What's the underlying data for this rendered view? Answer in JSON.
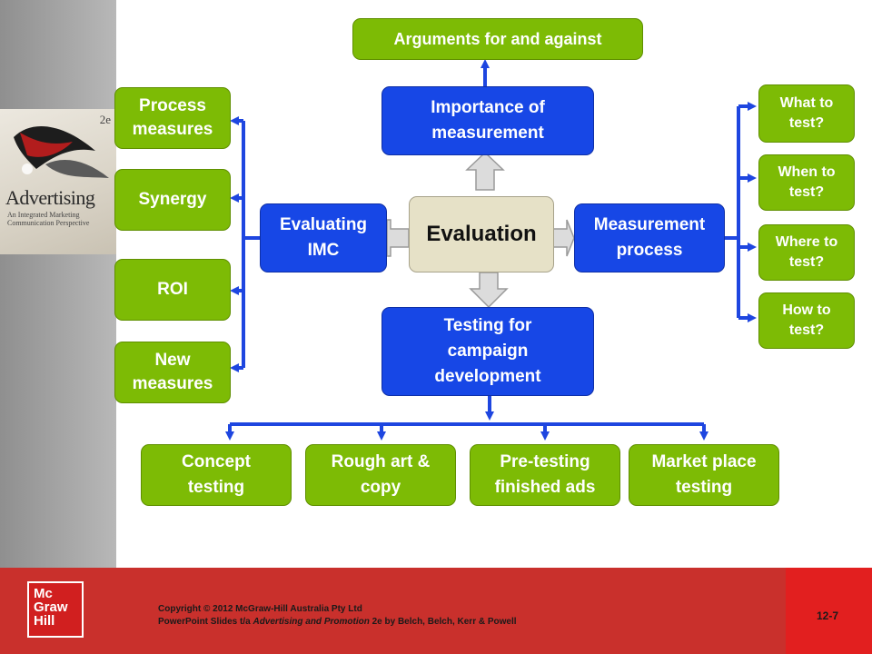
{
  "diagram": {
    "center": "Evaluation",
    "top_main": "Importance of\nmeasurement",
    "top_arg": "Arguments for and against",
    "bottom_main": "Testing for\ncampaign\ndevelopment",
    "left_main": "Evaluating\nIMC",
    "right_main": "Measurement\nprocess",
    "left_items": [
      "Process\nmeasures",
      "Synergy",
      "ROI",
      "New\nmeasures"
    ],
    "right_items": [
      "What to\ntest?",
      "When to\ntest?",
      "Where to\ntest?",
      "How to\ntest?"
    ],
    "bottom_items": [
      "Concept\ntesting",
      "Rough art &\ncopy",
      "Pre-testing\nfinished ads",
      "Market place\ntesting"
    ]
  },
  "book": {
    "title": "Advertising",
    "subtitle": "An Integrated Marketing Communication Perspective",
    "edition": "2e"
  },
  "footer": {
    "logo_text": "Mc\nGraw\nHill",
    "copyright": "Copyright © 2012 McGraw-Hill Australia Pty Ltd",
    "slides_prefix": "PowerPoint Slides t/a ",
    "slides_book": "Advertising and Promotion",
    "slides_suffix": " 2e by Belch, Belch, Kerr & Powell",
    "page": "12-7"
  },
  "colors": {
    "green": "#7dbb05",
    "blue": "#1747e6",
    "connector": "#1e46e0",
    "footer": "#c9302c"
  }
}
